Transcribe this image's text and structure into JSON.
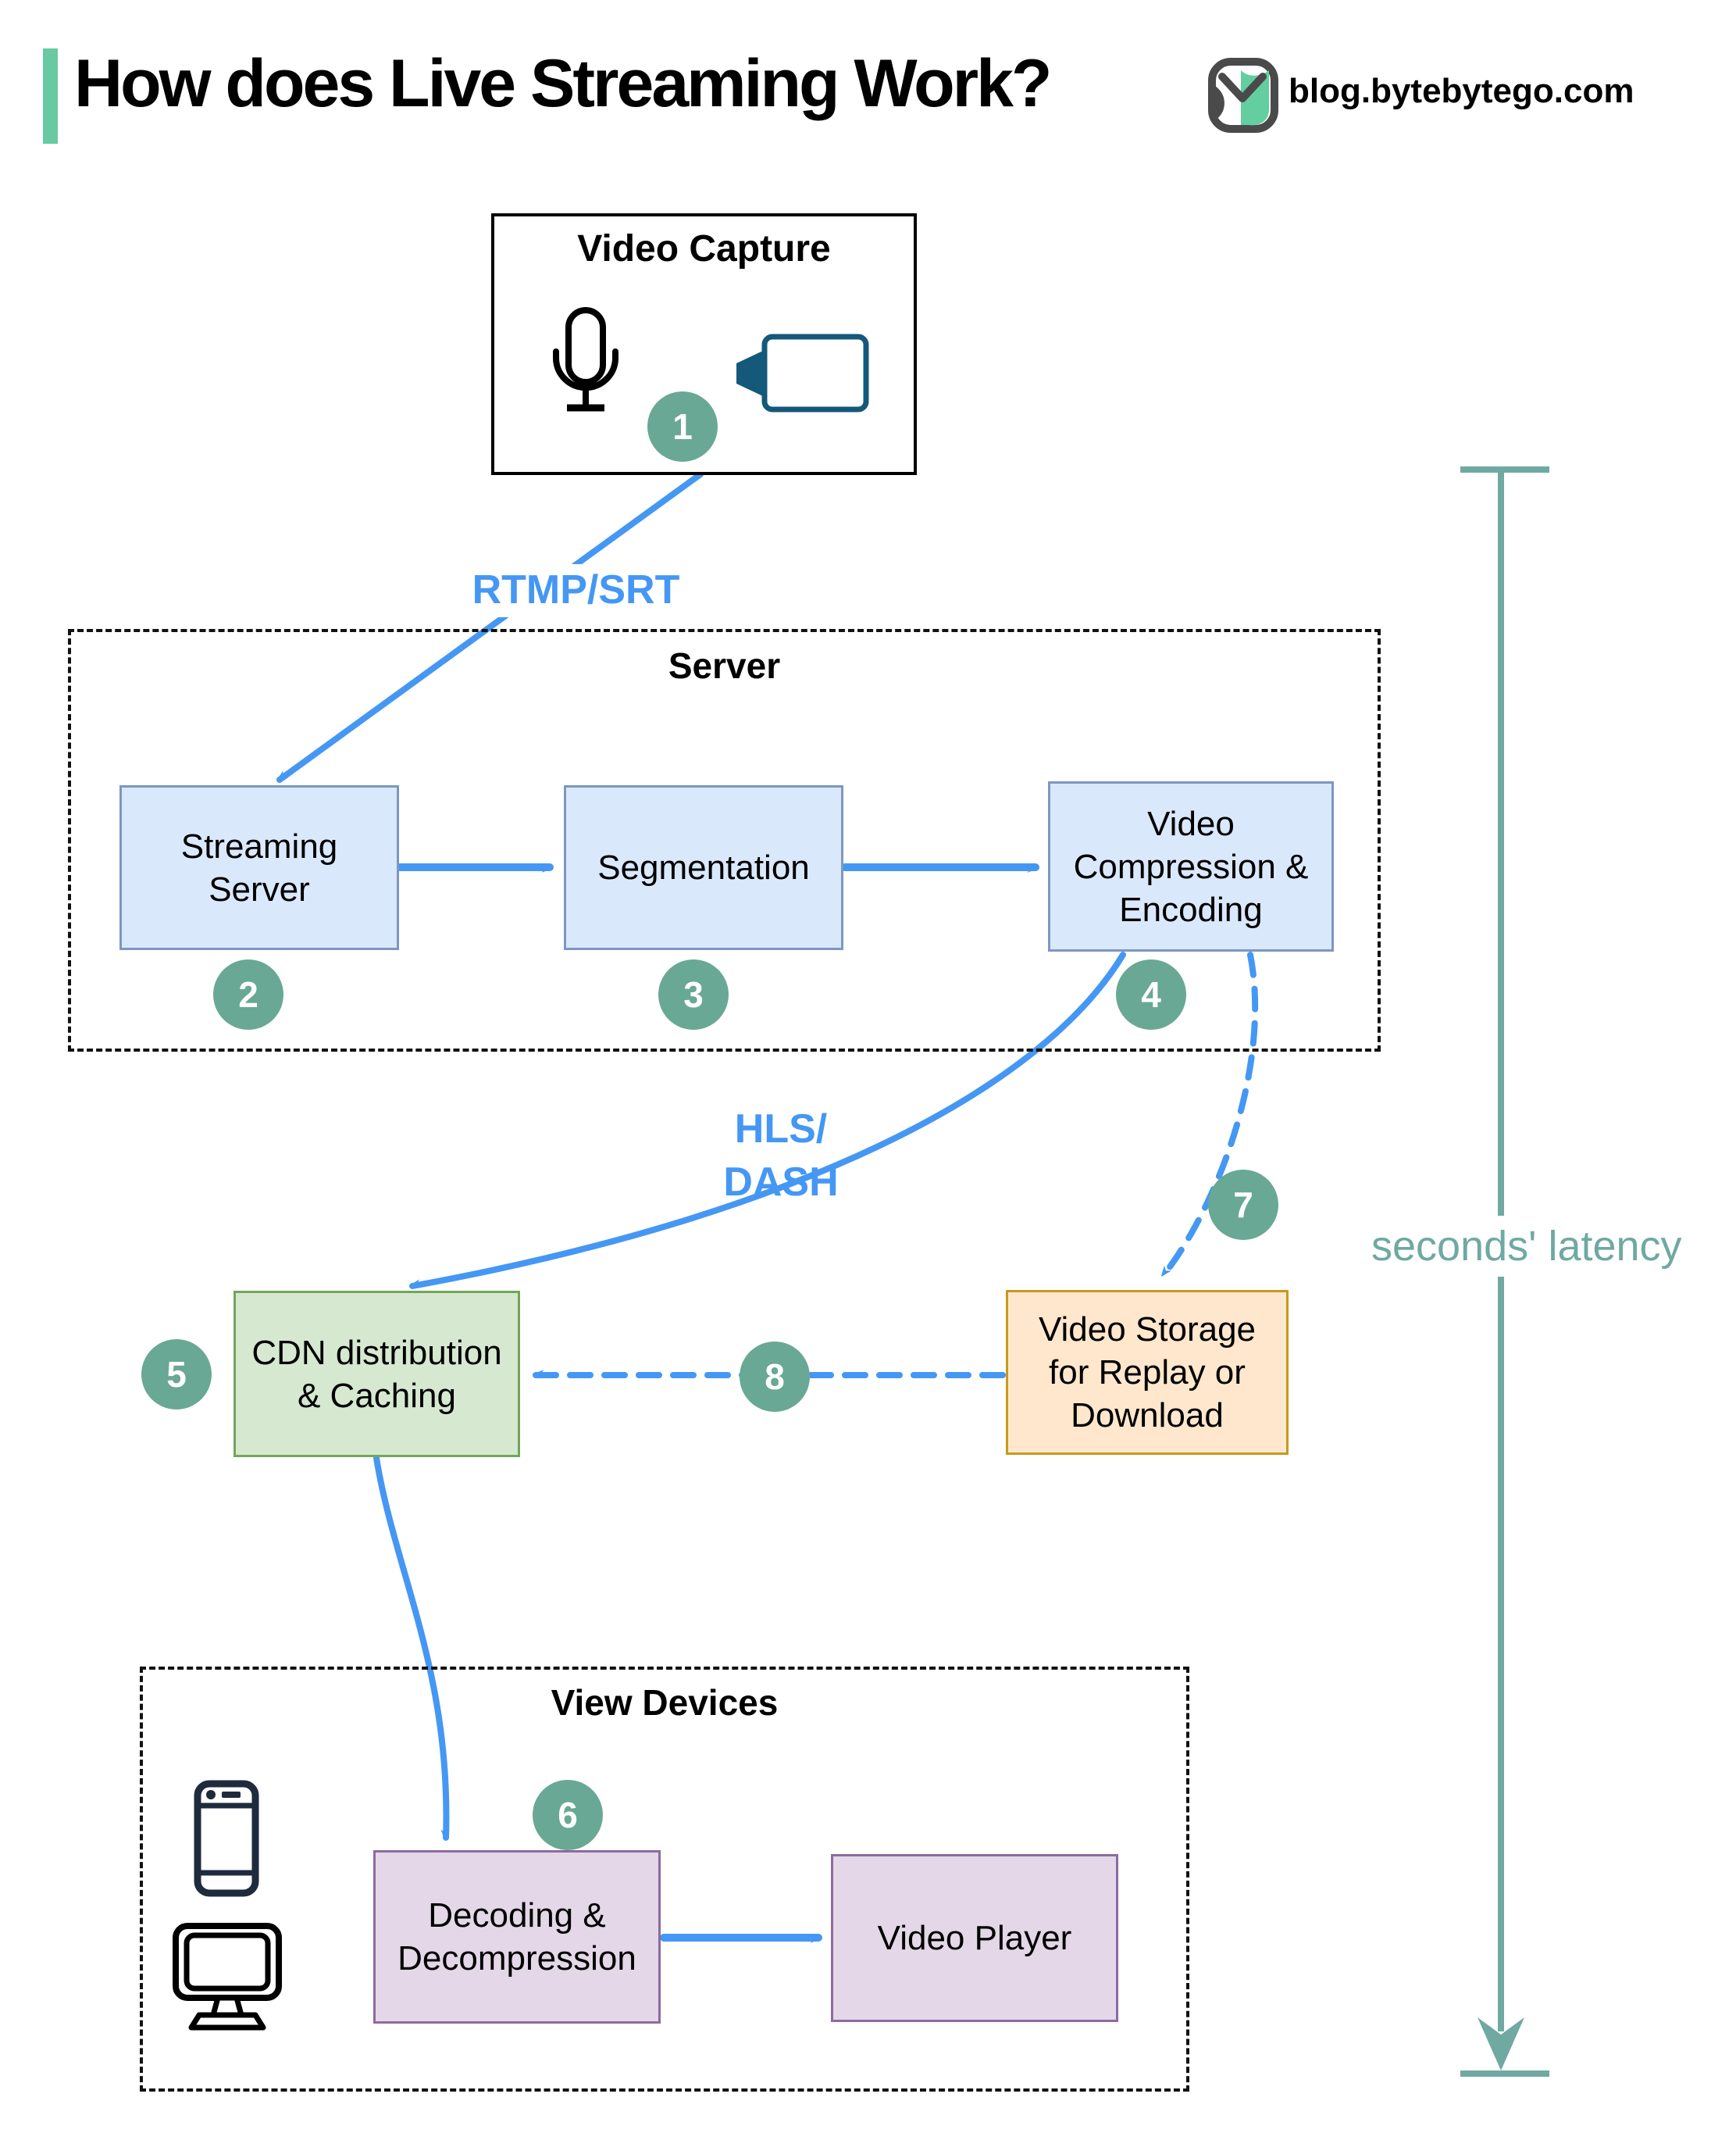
{
  "header": {
    "title": "How does Live Streaming Work?",
    "site": "blog.bytebytego.com"
  },
  "colors": {
    "accent_green": "#68C9A2",
    "step_badge_teal": "#69A894",
    "arrow_blue": "#4597F4",
    "latency_teal": "#6FA9A1",
    "server_box_fill": "#DAE8FC",
    "server_box_border": "#7D97C1",
    "cdn_fill": "#D6E8D0",
    "cdn_border": "#74A55A",
    "storage_fill": "#FFE7CD",
    "storage_border": "#C8991B",
    "device_fill": "#E4D7E8",
    "device_border": "#8E6A9E",
    "camera_icon": "#14587A"
  },
  "video_capture": {
    "title": "Video Capture"
  },
  "server": {
    "title": "Server",
    "streaming": "Streaming Server",
    "segmentation": "Segmentation",
    "compression": "Video Compression & Encoding"
  },
  "cdn": {
    "label": "CDN distribution & Caching"
  },
  "storage": {
    "label": "Video Storage for Replay or Download"
  },
  "view_devices": {
    "title": "View Devices",
    "decoding": "Decoding & Decompression",
    "player": "Video Player"
  },
  "edge_labels": {
    "rtmp": "RTMP/SRT",
    "hls_line1": "HLS/",
    "hls_line2": "DASH",
    "latency": "seconds' latency"
  },
  "steps": {
    "s1": "1",
    "s2": "2",
    "s3": "3",
    "s4": "4",
    "s5": "5",
    "s6": "6",
    "s7": "7",
    "s8": "8"
  }
}
